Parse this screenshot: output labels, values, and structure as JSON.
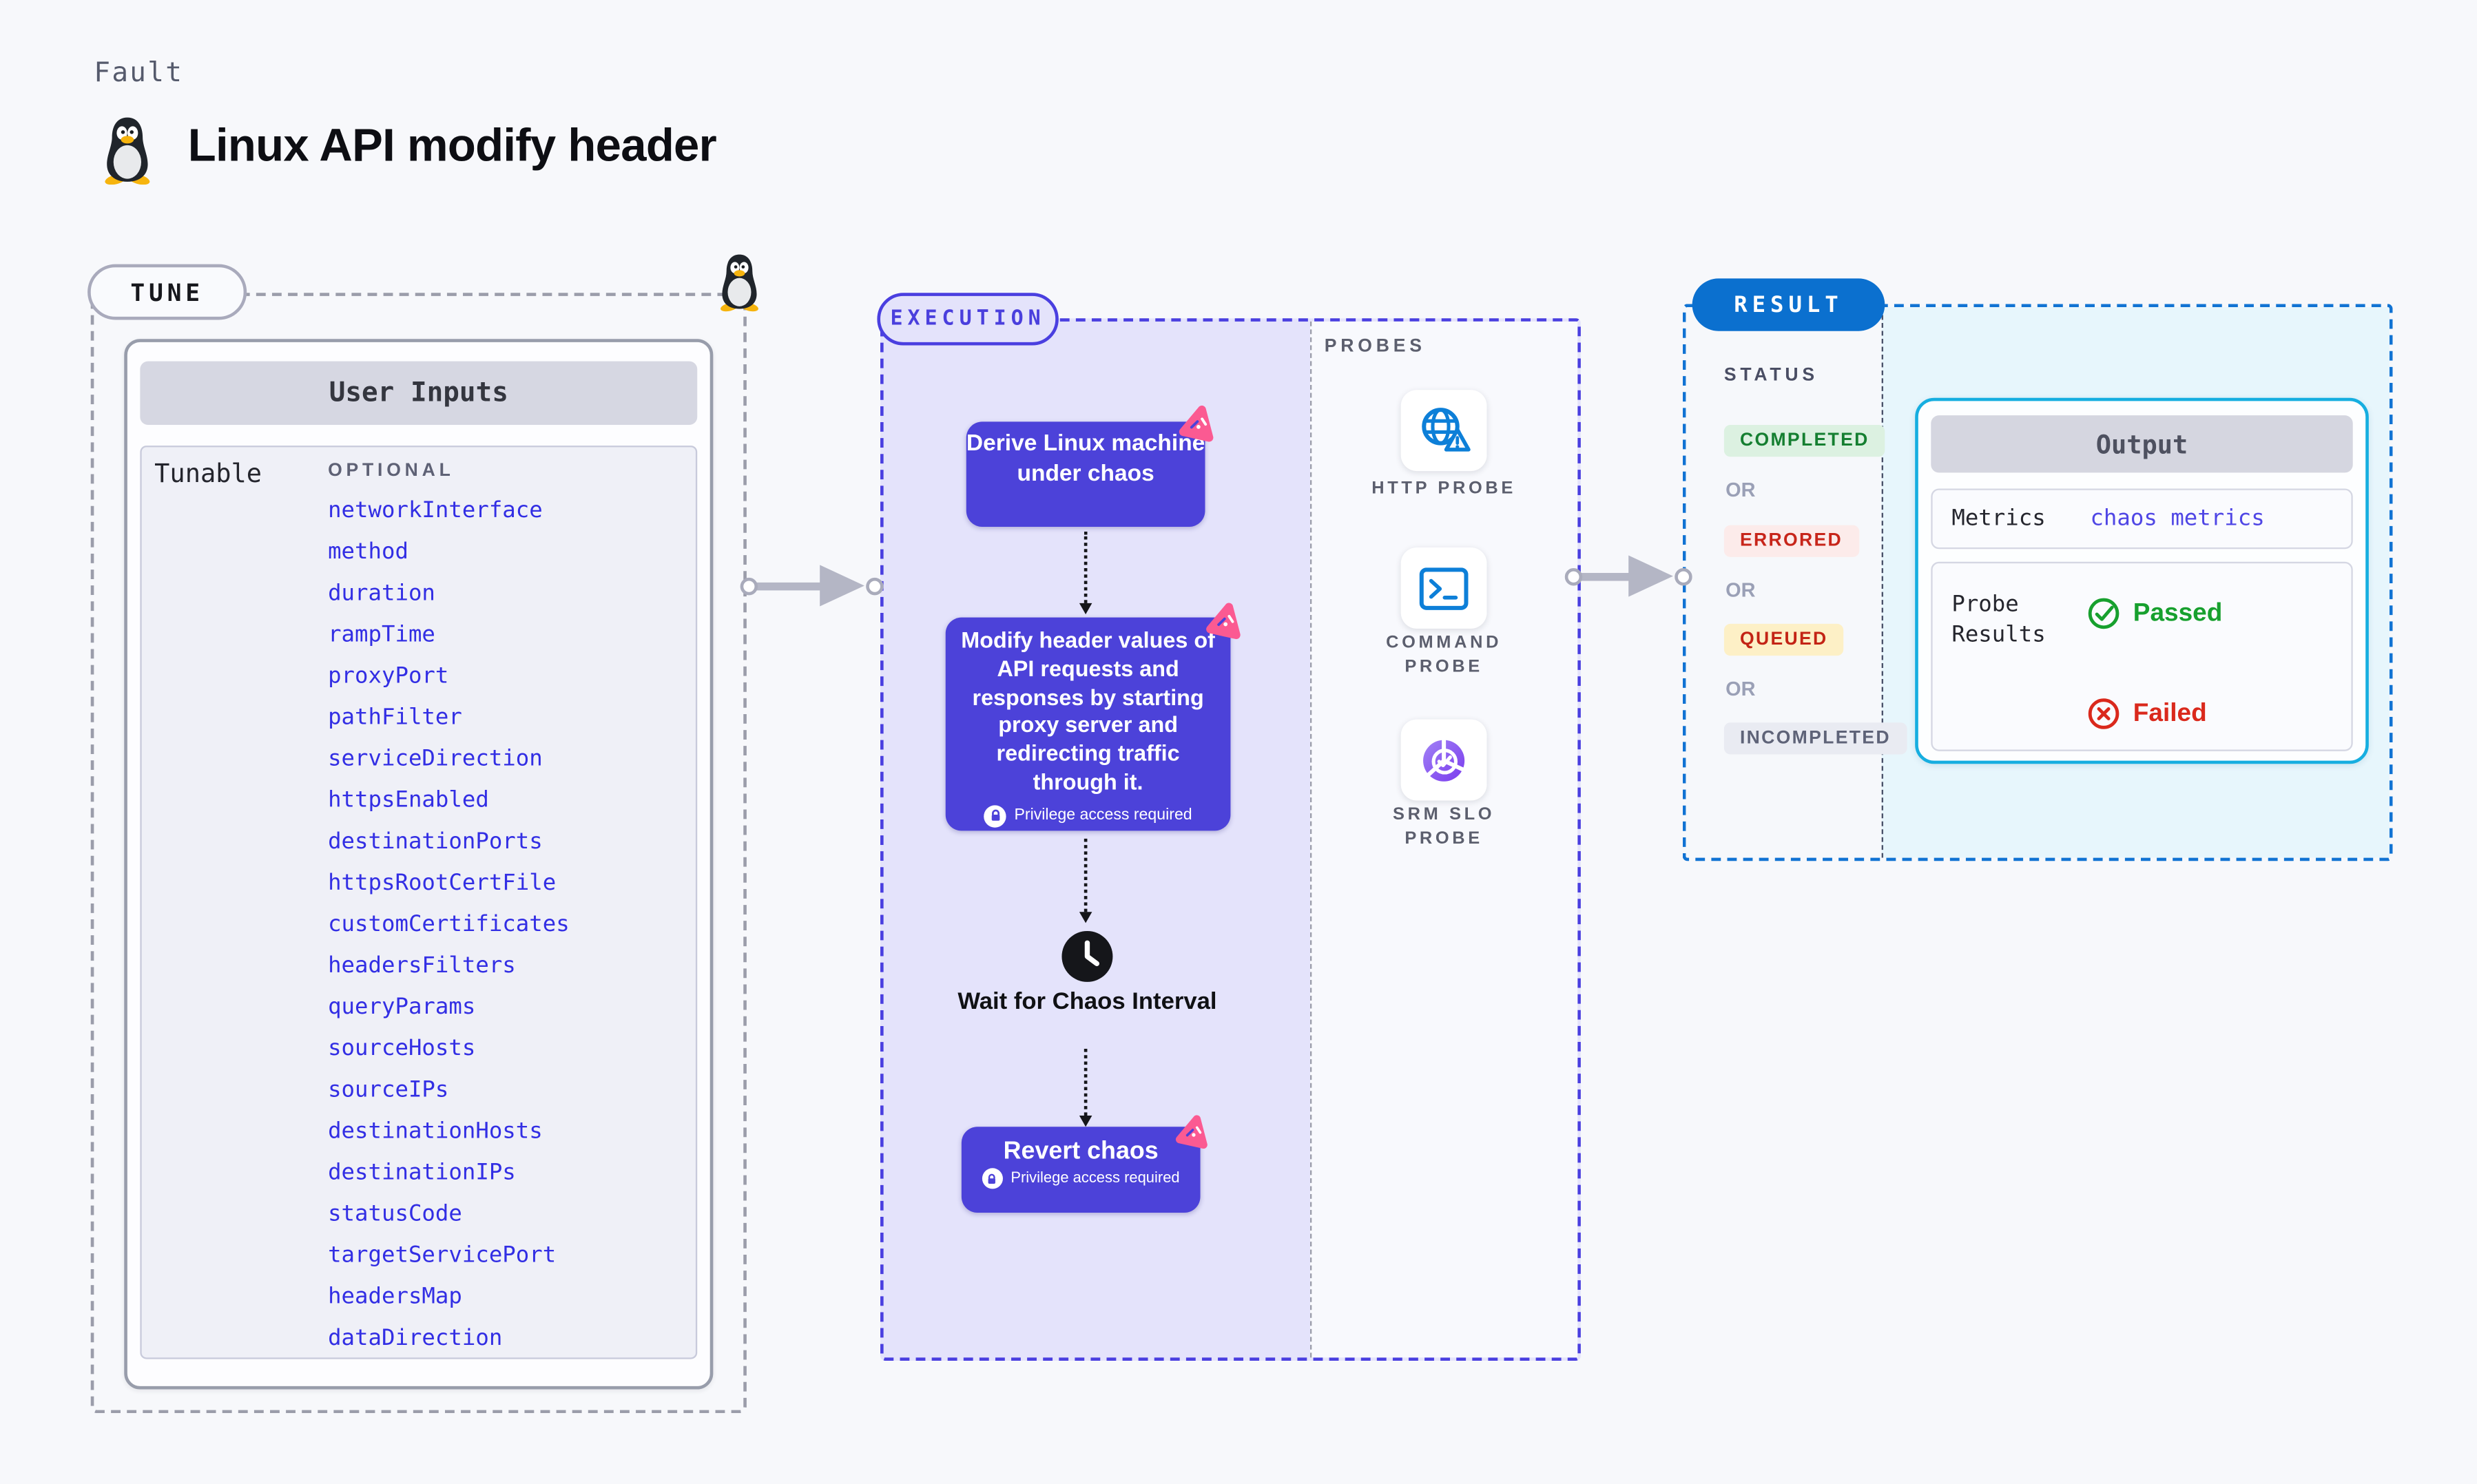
{
  "page": {
    "eyebrow": "Fault",
    "title": "Linux API modify header"
  },
  "tune": {
    "label": "TUNE",
    "table_title": "User Inputs",
    "row_label": "Tunable",
    "column_label": "OPTIONAL",
    "params": [
      "networkInterface",
      "method",
      "duration",
      "rampTime",
      "proxyPort",
      "pathFilter",
      "serviceDirection",
      "httpsEnabled",
      "destinationPorts",
      "httpsRootCertFile",
      "customCertificates",
      "headersFilters",
      "queryParams",
      "sourceHosts",
      "sourceIPs",
      "destinationHosts",
      "destinationIPs",
      "statusCode",
      "targetServicePort",
      "headersMap",
      "dataDirection"
    ]
  },
  "execution": {
    "label": "EXECUTION",
    "steps": [
      {
        "text": "Derive Linux machine under chaos"
      },
      {
        "text": "Modify header values of API requests and responses by starting proxy server and redirecting traffic through it.",
        "badge": "Privilege access required"
      },
      {
        "text": "Wait for Chaos Interval"
      },
      {
        "text": "Revert chaos",
        "badge": "Privilege access required"
      }
    ]
  },
  "probes": {
    "label": "PROBES",
    "items": [
      {
        "name": "HTTP PROBE",
        "icon": "globe-alert-icon"
      },
      {
        "name": "COMMAND PROBE",
        "icon": "terminal-icon"
      },
      {
        "name": "SRM SLO PROBE",
        "icon": "slo-pie-icon"
      }
    ]
  },
  "result": {
    "label": "RESULT",
    "status_label": "STATUS",
    "or_label": "OR",
    "statuses": [
      "COMPLETED",
      "ERRORED",
      "QUEUED",
      "INCOMPLETED"
    ],
    "output": {
      "title": "Output",
      "metrics_label": "Metrics",
      "metrics_value": "chaos metrics",
      "probe_results_label": "Probe Results",
      "passed": "Passed",
      "failed": "Failed"
    }
  },
  "colors": {
    "step_purple": "#4c42d9",
    "chaos_pink": "#fb5a92",
    "execution_indigo": "#4a3fe0",
    "param_blue": "#322ee4",
    "result_blue": "#0b70cf",
    "output_cyan": "#16aee0",
    "completed_green": "#157f31",
    "errored_red": "#c7251a",
    "queued_amber_bg": "#fdf0c6",
    "passed_green": "#17a02e",
    "failed_red": "#da291c"
  }
}
